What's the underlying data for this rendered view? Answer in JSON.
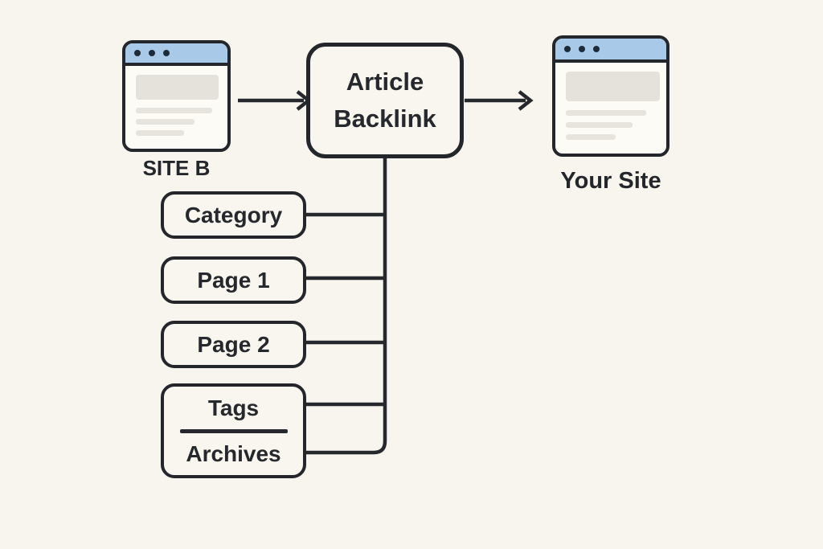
{
  "diagram": {
    "title_concept": "Article Backlink structure",
    "site_b": {
      "label": "SITE B"
    },
    "article_backlink": {
      "label": "Article Backlink"
    },
    "your_site": {
      "label": "Your Site"
    },
    "sources": [
      {
        "label": "Category"
      },
      {
        "label": "Page 1"
      },
      {
        "label": "Page 2"
      }
    ],
    "tags_archives": {
      "top": "Tags",
      "bottom": "Archives"
    }
  },
  "colors": {
    "background": "#f8f5ee",
    "stroke": "#25282c",
    "titlebar_blue": "#a9c9e8",
    "window_bg": "#fdfbf6",
    "placeholder_gray": "#e5e2db",
    "text": "#25282c"
  }
}
